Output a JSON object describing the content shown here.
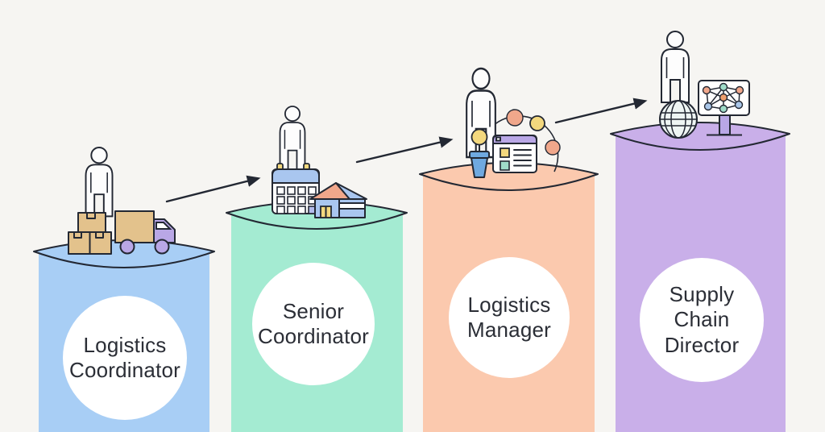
{
  "diagram": {
    "stage_count": 4,
    "stages": [
      {
        "title": "Logistics Coordinator",
        "lines": [
          "Logistics",
          "Coordinator"
        ],
        "column_color": "#a8cef5",
        "icons": [
          "person",
          "cardboard-boxes",
          "delivery-truck"
        ]
      },
      {
        "title": "Senior Coordinator",
        "lines": [
          "Senior",
          "Coordinator"
        ],
        "column_color": "#a4ebd2",
        "icons": [
          "person",
          "wall-calendar",
          "warehouse-house"
        ]
      },
      {
        "title": "Logistics Manager",
        "lines": [
          "Logistics",
          "Manager"
        ],
        "column_color": "#fbc9ae",
        "icons": [
          "person",
          "potted-plant",
          "dashboard-window",
          "process-arc-nodes"
        ]
      },
      {
        "title": "Supply Chain Director",
        "lines": [
          "Supply",
          "Chain",
          "Director"
        ],
        "column_color": "#c9afe9",
        "icons": [
          "person",
          "globe",
          "network-strategy-board"
        ]
      }
    ],
    "arrow_count": 3,
    "palette": {
      "background": "#f6f5f2",
      "ink": "#232833",
      "text": "#2b2e36",
      "circle_fill": "#ffffff",
      "tan": "#e3c28c",
      "lavender": "#b9a7e6",
      "sky_blue": "#a9c6ef",
      "pot_blue": "#6fa9e0",
      "salmon": "#f0a78b",
      "yellow": "#f3d87e",
      "teal": "#9fdcc9",
      "cell_accent": "#b4bcec",
      "globe_fill": "#eef5f3",
      "node_blue": "#a9c6e8",
      "node_orange": "#ef9f6d"
    }
  }
}
